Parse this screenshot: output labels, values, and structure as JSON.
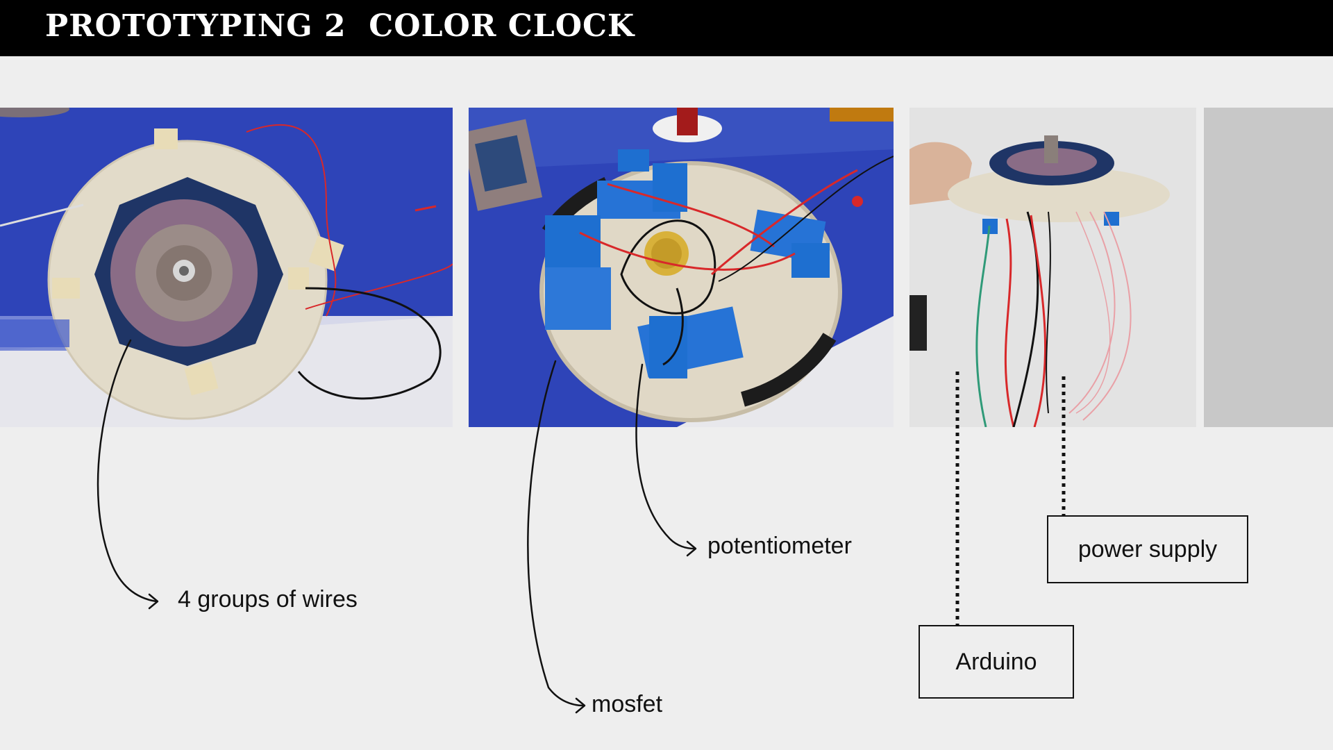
{
  "header": {
    "title": "PROTOTYPING 2  COLOR CLOCK"
  },
  "annotations": {
    "wires": "4 groups of wires",
    "potentiometer": "potentiometer",
    "mosfet": "mosfet",
    "power_supply": "power supply",
    "arduino": "Arduino"
  },
  "colors": {
    "background": "#eeeeee",
    "header": "#000000",
    "mat_blue": "#2b3fb5",
    "canvas": "#e4dccb",
    "crochet_navy": "#1f3566",
    "module_blue": "#1e6fd0",
    "wire_red": "#d8282a"
  }
}
